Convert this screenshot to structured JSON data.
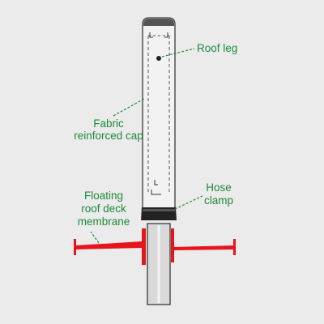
{
  "labels": {
    "roof_leg": "Roof leg",
    "fabric_line1": "Fabric",
    "fabric_line2": "reinforced cap",
    "hose_line1": "Hose",
    "hose_line2": "clamp",
    "floating_line1": "Floating",
    "floating_line2": "roof deck",
    "floating_line3": "membrane"
  },
  "colors": {
    "background": "#ebebeb",
    "label": "#1e8a3a",
    "membrane": "#e8141c",
    "outline": "#3a3a3a",
    "cap_fill": "#f2f2f2",
    "clamp": "#222222"
  }
}
